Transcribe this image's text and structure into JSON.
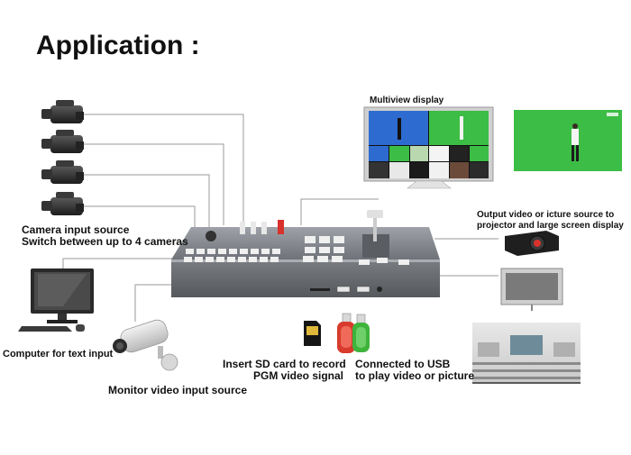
{
  "title": "Application :",
  "labels": {
    "camera_line1": "Camera input source",
    "camera_line2": "Switch between up to 4 cameras",
    "computer": "Computer for text input",
    "monitor": "Monitor video input source",
    "sd_line1": "Insert SD card to record",
    "sd_line2": "PGM video signal",
    "usb_line1": "Connected to USB",
    "usb_line2": "to play video or picture",
    "multiview": "Multiview display",
    "output_line1": "Output video or icture source to",
    "output_line2": "projector and large screen display"
  },
  "colors": {
    "line": "#9a9a9a",
    "device_body": "#8d9096",
    "green_screen": "#3cbd45",
    "blue_screen": "#2d6bd1",
    "usb_red": "#d83a2c",
    "usb_green": "#3fb43c"
  }
}
